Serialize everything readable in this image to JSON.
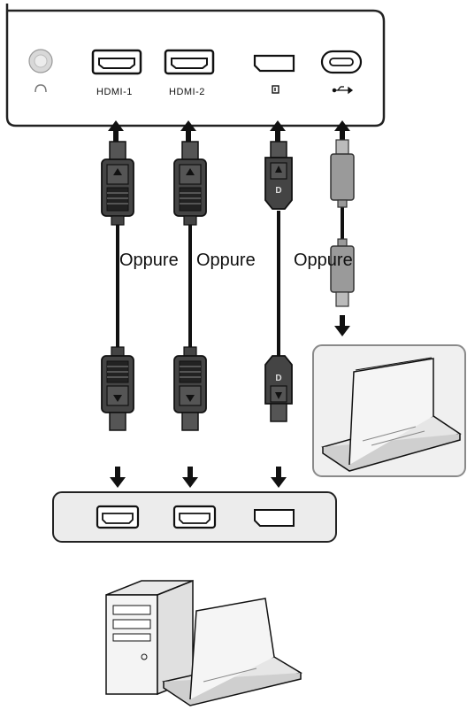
{
  "monitor": {
    "ports": [
      {
        "id": "audio",
        "icon": "headphone-icon",
        "label": ""
      },
      {
        "id": "hdmi1",
        "icon": "hdmi-port-icon",
        "label": "HDMI-1"
      },
      {
        "id": "hdmi2",
        "icon": "hdmi-port-icon",
        "label": "HDMI-2"
      },
      {
        "id": "dp",
        "icon": "displayport-icon",
        "label": ""
      },
      {
        "id": "usbc",
        "icon": "usb-c-port-icon",
        "label": ""
      }
    ]
  },
  "separators": [
    "Oppure",
    "Oppure",
    "Oppure"
  ],
  "colors": {
    "panel_fill": "#ececec",
    "panel_stroke": "#222222",
    "cable": "#111111",
    "plug_fill": "#444444",
    "usb_plug_fill": "#9a9a9a",
    "laptop_frame": "#8a8a8a"
  },
  "icons": [
    "arrow-up-icon",
    "arrow-down-icon",
    "laptop-icon",
    "desktop-tower-icon"
  ]
}
